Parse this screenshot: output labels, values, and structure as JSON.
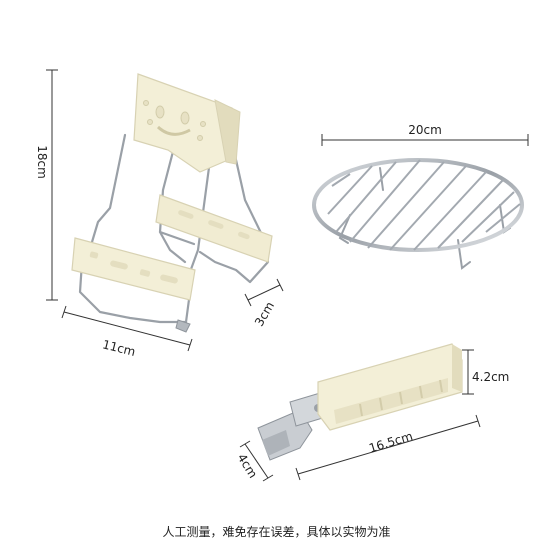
{
  "dimensions": {
    "clip_height": "18cm",
    "clip_width": "11cm",
    "clip_depth": "3cm",
    "rack_diameter": "20cm",
    "gripper_length": "16.5cm",
    "gripper_height": "4.2cm",
    "gripper_width": "4cm"
  },
  "footer_note": "人工测量，难免存在误差，具体以实物为准",
  "colors": {
    "plastic": "#f3efd7",
    "plastic_shade": "#e2dcbd",
    "steel": "#b7bcc2",
    "steel_dark": "#8e949b",
    "dimension_line": "#333333"
  }
}
